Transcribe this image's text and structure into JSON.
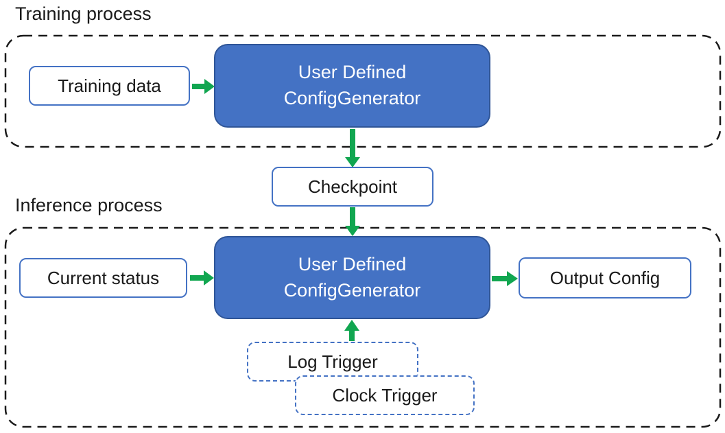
{
  "colors": {
    "node-fill": "#4472C4",
    "node-border": "#2F5597",
    "box-border": "#4472C4",
    "arrow-green": "#11A650",
    "frame-dash": "#1A1A1A",
    "text": "#1A1A1A"
  },
  "training": {
    "section_label": "Training process",
    "input_label": "Training data",
    "generator": {
      "line1": "User Defined",
      "line2": "ConfigGenerator"
    }
  },
  "checkpoint_label": "Checkpoint",
  "inference": {
    "section_label": "Inference process",
    "input_label": "Current status",
    "generator": {
      "line1": "User Defined",
      "line2": "ConfigGenerator"
    },
    "output_label": "Output Config",
    "triggers": [
      {
        "label": "Log Trigger"
      },
      {
        "label": "Clock Trigger"
      }
    ]
  }
}
